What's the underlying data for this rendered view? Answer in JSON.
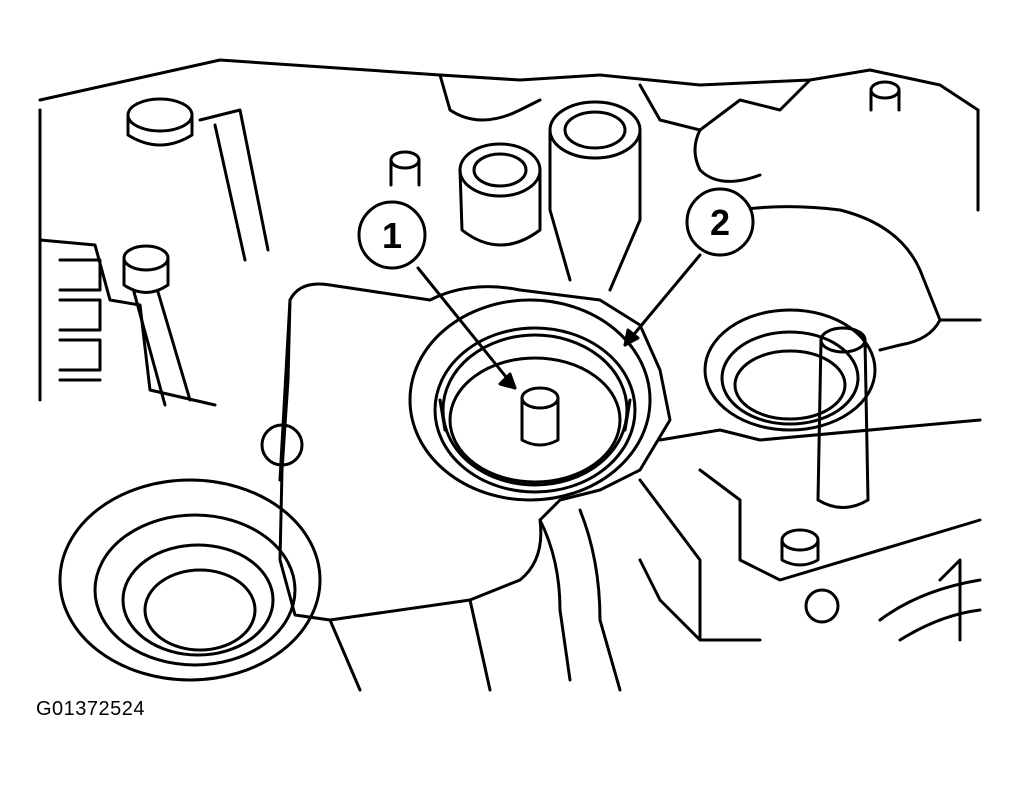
{
  "figure": {
    "code": "G01372524",
    "callouts": [
      {
        "label": "1"
      },
      {
        "label": "2"
      }
    ]
  },
  "colors": {
    "line": "#000000",
    "paper": "#ffffff"
  }
}
